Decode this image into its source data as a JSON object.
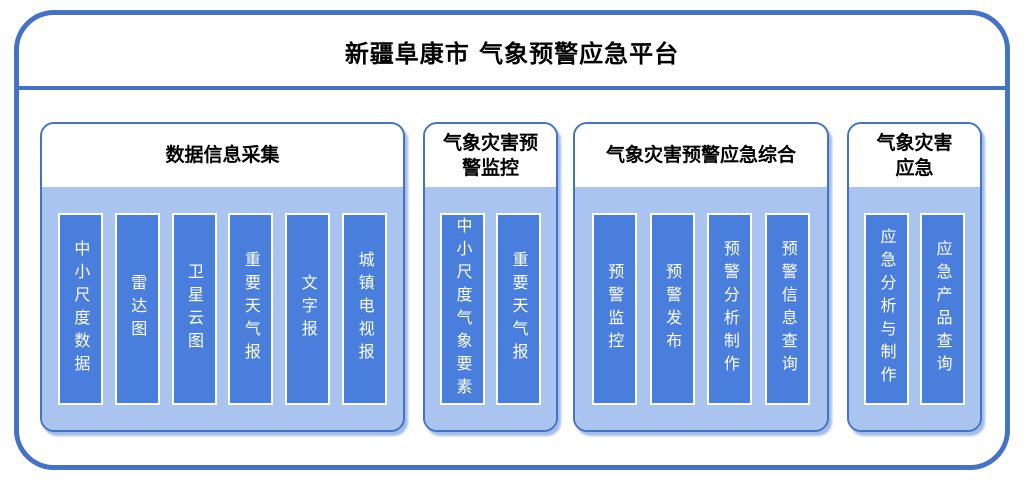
{
  "title": "新疆阜康市 气象预警应急平台",
  "colors": {
    "border": "#4472C4",
    "panel_fill": "#A9C4EE",
    "bar_fill": "#4A7EDC",
    "bar_border": "#FFFFFF",
    "header_bg": "#FFFFFF",
    "bar_text": "#FFFFFF",
    "title_text": "#000000",
    "panel_shadow": "#A4BCE6"
  },
  "groups": [
    {
      "header": "数据信息采集",
      "items": [
        "中小尺度数据",
        "雷达图",
        "卫星云图",
        "重要天气报",
        "文字报",
        "城镇电视报"
      ]
    },
    {
      "header": "气象灾害预\n警监控",
      "items": [
        "中小尺度气象要素",
        "重要天气报"
      ]
    },
    {
      "header": "气象灾害预警应急综合",
      "items": [
        "预警监控",
        "预警发布",
        "预警分析制作",
        "预警信息查询"
      ]
    },
    {
      "header": "气象灾害\n应急",
      "items": [
        "应急分析与制作",
        "应急产品查询"
      ]
    }
  ]
}
